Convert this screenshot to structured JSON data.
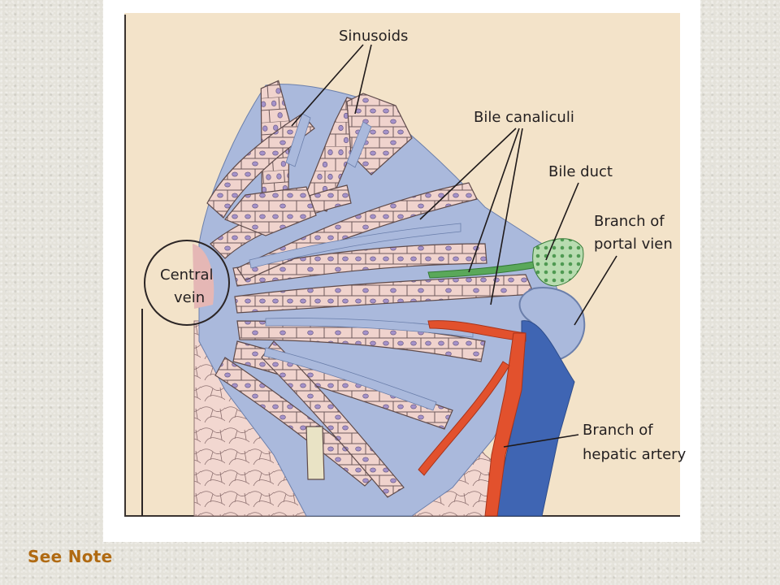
{
  "figure": {
    "labels": {
      "sinusoids": "Sinusoids",
      "bile_canaliculi": "Bile canaliculi",
      "bile_duct": "Bile duct",
      "portal_vein_line1": "Branch of",
      "portal_vein_line2": "portal vien",
      "central_vein_line1": "Central",
      "central_vein_line2": "vein",
      "hepatic_artery_line1": "Branch of",
      "hepatic_artery_line2": "hepatic artery"
    },
    "colors": {
      "background": "#f3e3c9",
      "hepatocyte": "#f0d3cd",
      "nucleus": "#a592c9",
      "sinusoid": "#aab9dc",
      "bile": "#5aa85a",
      "portal_vein": "#3f65b3",
      "hepatic_artery": "#e2512d"
    }
  },
  "note": {
    "label": "See Note"
  }
}
